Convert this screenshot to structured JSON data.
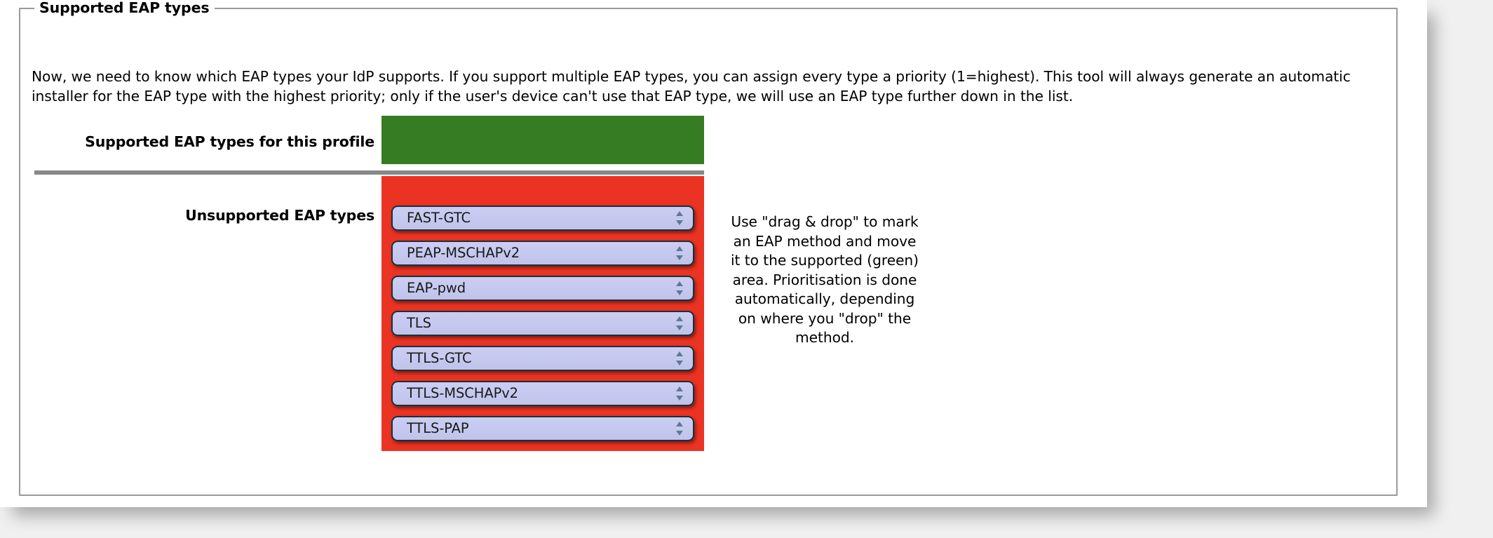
{
  "fieldset": {
    "legend": "Supported EAP types"
  },
  "intro": {
    "paragraph": "Now, we need to know which EAP types your IdP supports. If you support multiple EAP types, you can assign every type a priority (1=highest). This tool will always generate an automatic installer for the EAP type with the highest priority; only if the user's device can't use that EAP type, we will use an EAP type further down in the list."
  },
  "supported": {
    "label": "Supported EAP types for this profile",
    "color": "#367c22",
    "items": []
  },
  "unsupported": {
    "label": "Unsupported EAP types",
    "color": "#ea3323",
    "items": [
      {
        "name": "FAST-GTC",
        "handle": "drag-handle-icon"
      },
      {
        "name": "PEAP-MSCHAPv2",
        "handle": "drag-handle-icon"
      },
      {
        "name": "EAP-pwd",
        "handle": "drag-handle-icon"
      },
      {
        "name": "TLS",
        "handle": "drag-handle-icon"
      },
      {
        "name": "TTLS-GTC",
        "handle": "drag-handle-icon"
      },
      {
        "name": "TTLS-MSCHAPv2",
        "handle": "drag-handle-icon"
      },
      {
        "name": "TTLS-PAP",
        "handle": "drag-handle-icon"
      }
    ]
  },
  "hint": {
    "text": "Use \"drag & drop\" to mark an EAP method and move it to the supported (green) area. Prioritisation is done automatically, depending on where you \"drop\" the method."
  }
}
